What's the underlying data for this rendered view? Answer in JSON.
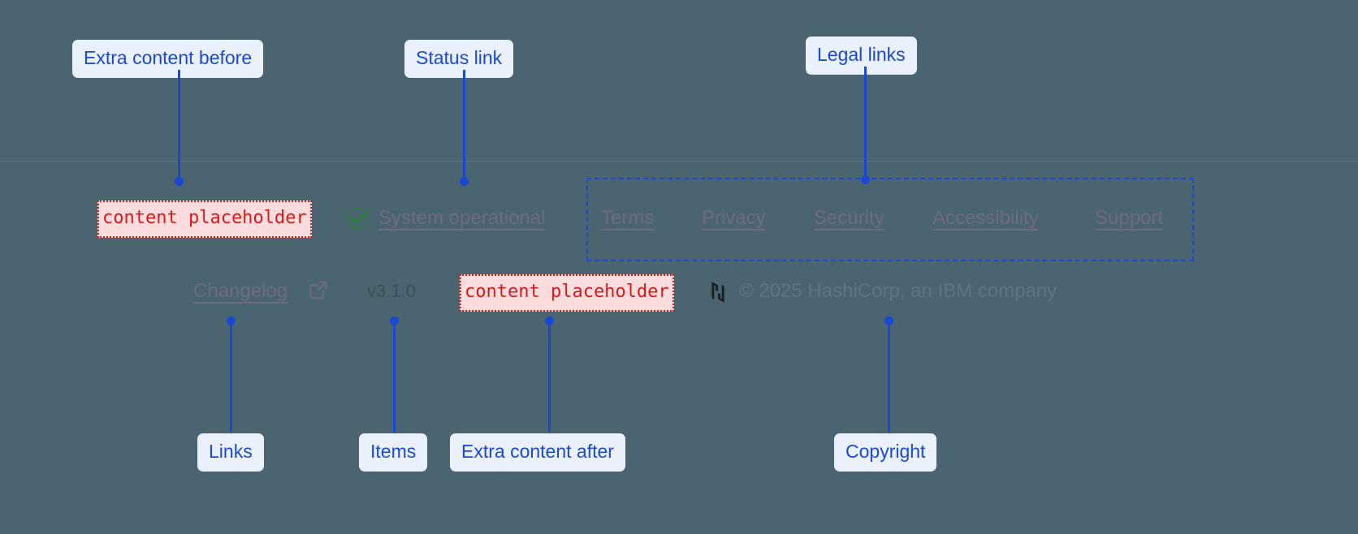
{
  "colors": {
    "background": "#4a6570",
    "annotation_accent": "#1a49d6",
    "annotation_pill_bg": "#eaf1fd",
    "placeholder_text": "#d91a1a",
    "placeholder_bg": "#fcdcdc",
    "status_ok": "#1a8a28",
    "link_text": "#6e6a80",
    "divider": "#5d7380"
  },
  "annotations": {
    "top": [
      {
        "label": "Extra content before"
      },
      {
        "label": "Status link"
      },
      {
        "label": "Legal links"
      }
    ],
    "bottom": [
      {
        "label": "Links"
      },
      {
        "label": "Items"
      },
      {
        "label": "Extra content after"
      },
      {
        "label": "Copyright"
      }
    ]
  },
  "footer": {
    "placeholder_before": "content placeholder",
    "placeholder_after": "content placeholder",
    "status": {
      "icon": "check-circle-icon",
      "label": "System operational"
    },
    "legal_links": [
      {
        "label": "Terms"
      },
      {
        "label": "Privacy"
      },
      {
        "label": "Security"
      },
      {
        "label": "Accessibility"
      },
      {
        "label": "Support"
      }
    ],
    "changelog": {
      "label": "Changelog",
      "icon": "external-link-icon"
    },
    "version": "v3.1.0",
    "brand": {
      "icon": "hashicorp-logo-icon",
      "copyright": "© 2025 HashiCorp, an IBM company"
    }
  }
}
